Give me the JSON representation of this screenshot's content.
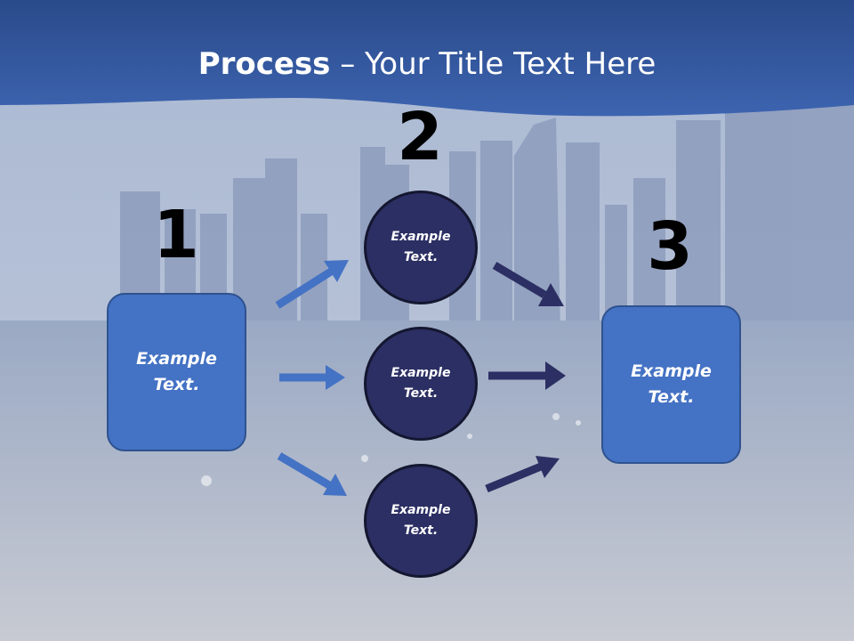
{
  "slide": {
    "title_bold": "Process",
    "title_rest": " – Your Title Text Here",
    "steps": {
      "one": "1",
      "two": "2",
      "three": "3"
    },
    "left_box_text": "Example Text.",
    "right_box_text": "Example Text.",
    "circles": [
      "Example Text.",
      "Example Text.",
      "Example Text."
    ]
  },
  "colors": {
    "header_blue": "#2f5597",
    "box_blue": "#4472c4",
    "circle_navy": "#2c2f63",
    "arrow_light": "#4472c4",
    "arrow_dark": "#2c2f63"
  }
}
